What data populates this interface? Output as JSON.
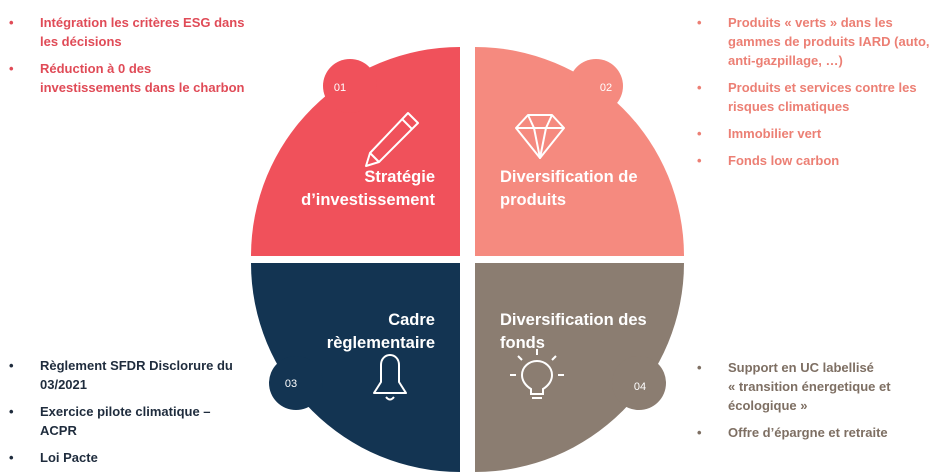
{
  "quadrants": [
    {
      "number": "01",
      "title_lines": [
        "Stratégie",
        "d’investissement"
      ],
      "color": "#f0515b",
      "icon": "pencil-icon"
    },
    {
      "number": "02",
      "title_lines": [
        "Diversification de",
        "produits"
      ],
      "color": "#f58a7f",
      "icon": "diamond-icon"
    },
    {
      "number": "03",
      "title_lines": [
        "Cadre",
        "règlementaire"
      ],
      "color": "#133452",
      "icon": "bell-icon"
    },
    {
      "number": "04",
      "title_lines": [
        "Diversification des",
        "fonds"
      ],
      "color": "#8b7d71",
      "icon": "lightbulb-icon"
    }
  ],
  "lists": {
    "q1": [
      [
        "Intégration les critères ESG dans",
        "les décisions"
      ],
      [
        "Réduction à 0 des",
        "investissements dans le charbon"
      ]
    ],
    "q2": [
      [
        "Produits « verts » dans les",
        "gammes de produits IARD (auto,",
        "anti-gazpillage, …)"
      ],
      [
        "Produits et services contre les",
        "risques climatiques"
      ],
      [
        "Immobilier vert"
      ],
      [
        "Fonds low carbon"
      ]
    ],
    "q3": [
      [
        "Règlement SFDR Disclorure du",
        "03/2021"
      ],
      [
        "Exercice pilote climatique –",
        "ACPR"
      ],
      [
        "Loi Pacte"
      ]
    ],
    "q4": [
      [
        "Support en UC labellisé",
        "« transition énergetique et",
        "écologique »"
      ],
      [
        "Offre d’épargne et retraite"
      ]
    ]
  },
  "bullet": "•"
}
